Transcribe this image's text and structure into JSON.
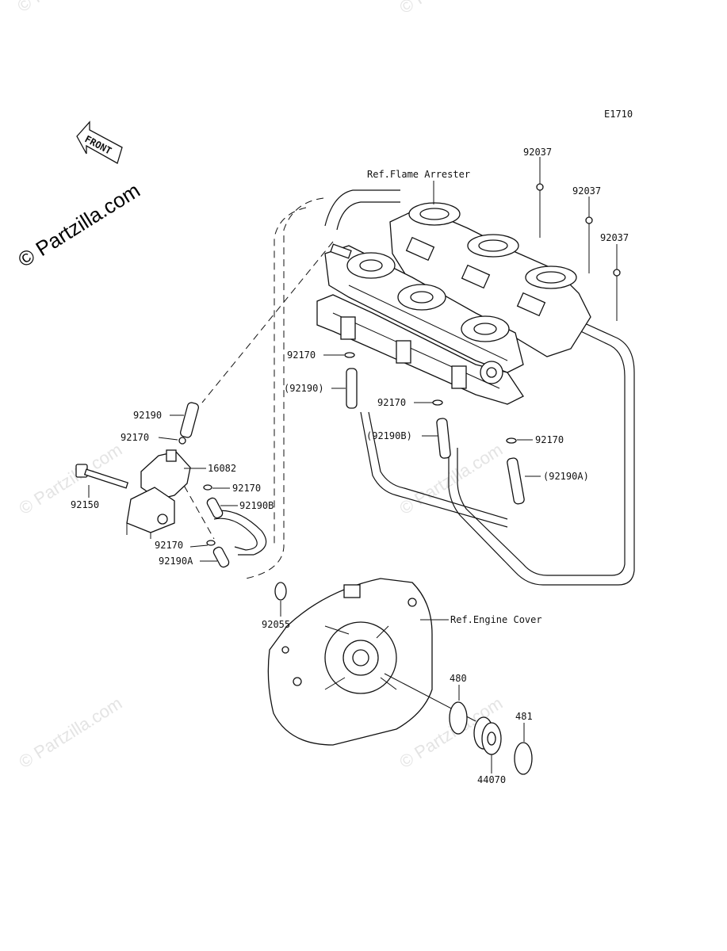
{
  "diagram_code": "E1710",
  "front_arrow_text": "FRONT",
  "watermark": "© Partzilla.com",
  "callouts": {
    "ref_flame_arrester": "Ref.Flame Arrester",
    "ref_engine_cover": "Ref.Engine Cover",
    "p92037_a": "92037",
    "p92037_b": "92037",
    "p92037_c": "92037",
    "p92170_top": "92170",
    "p92190_paren": "(92190)",
    "p92170_mid": "92170",
    "p92190b_paren": "(92190B)",
    "p92170_right": "92170",
    "p92190a_paren": "(92190A)",
    "p92190": "92190",
    "p92170_left": "92170",
    "p16082": "16082",
    "p92170_valve": "92170",
    "p92190b": "92190B",
    "p92150": "92150",
    "p92170_low": "92170",
    "p92190a": "92190A",
    "p92055": "92055",
    "p480": "480",
    "p481": "481",
    "p44070": "44070"
  }
}
